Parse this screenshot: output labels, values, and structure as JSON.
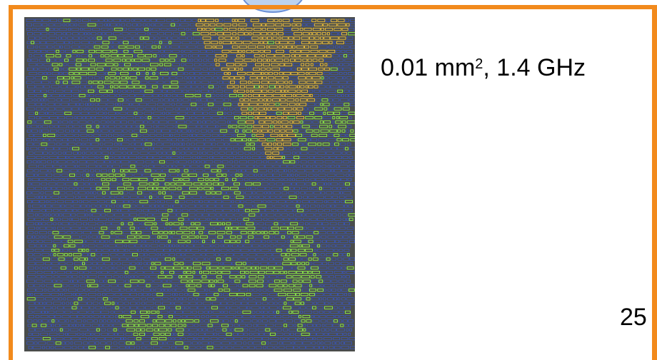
{
  "caption": {
    "area_value": "0.01 mm",
    "area_exponent": "2",
    "frequency": ", 1.4 GHz"
  },
  "page_number": "25",
  "colors": {
    "frame": "#f28a1c",
    "chip_background": "#4a4d4c",
    "cell_blue": "#3a55b8",
    "cell_green": "#8ef24a",
    "cell_yellow": "#f2c23a",
    "bubble_fill": "#bcd2ee"
  },
  "images": {
    "layout": "chip-layout-image (placed standard cells, blue / green / yellow)"
  }
}
